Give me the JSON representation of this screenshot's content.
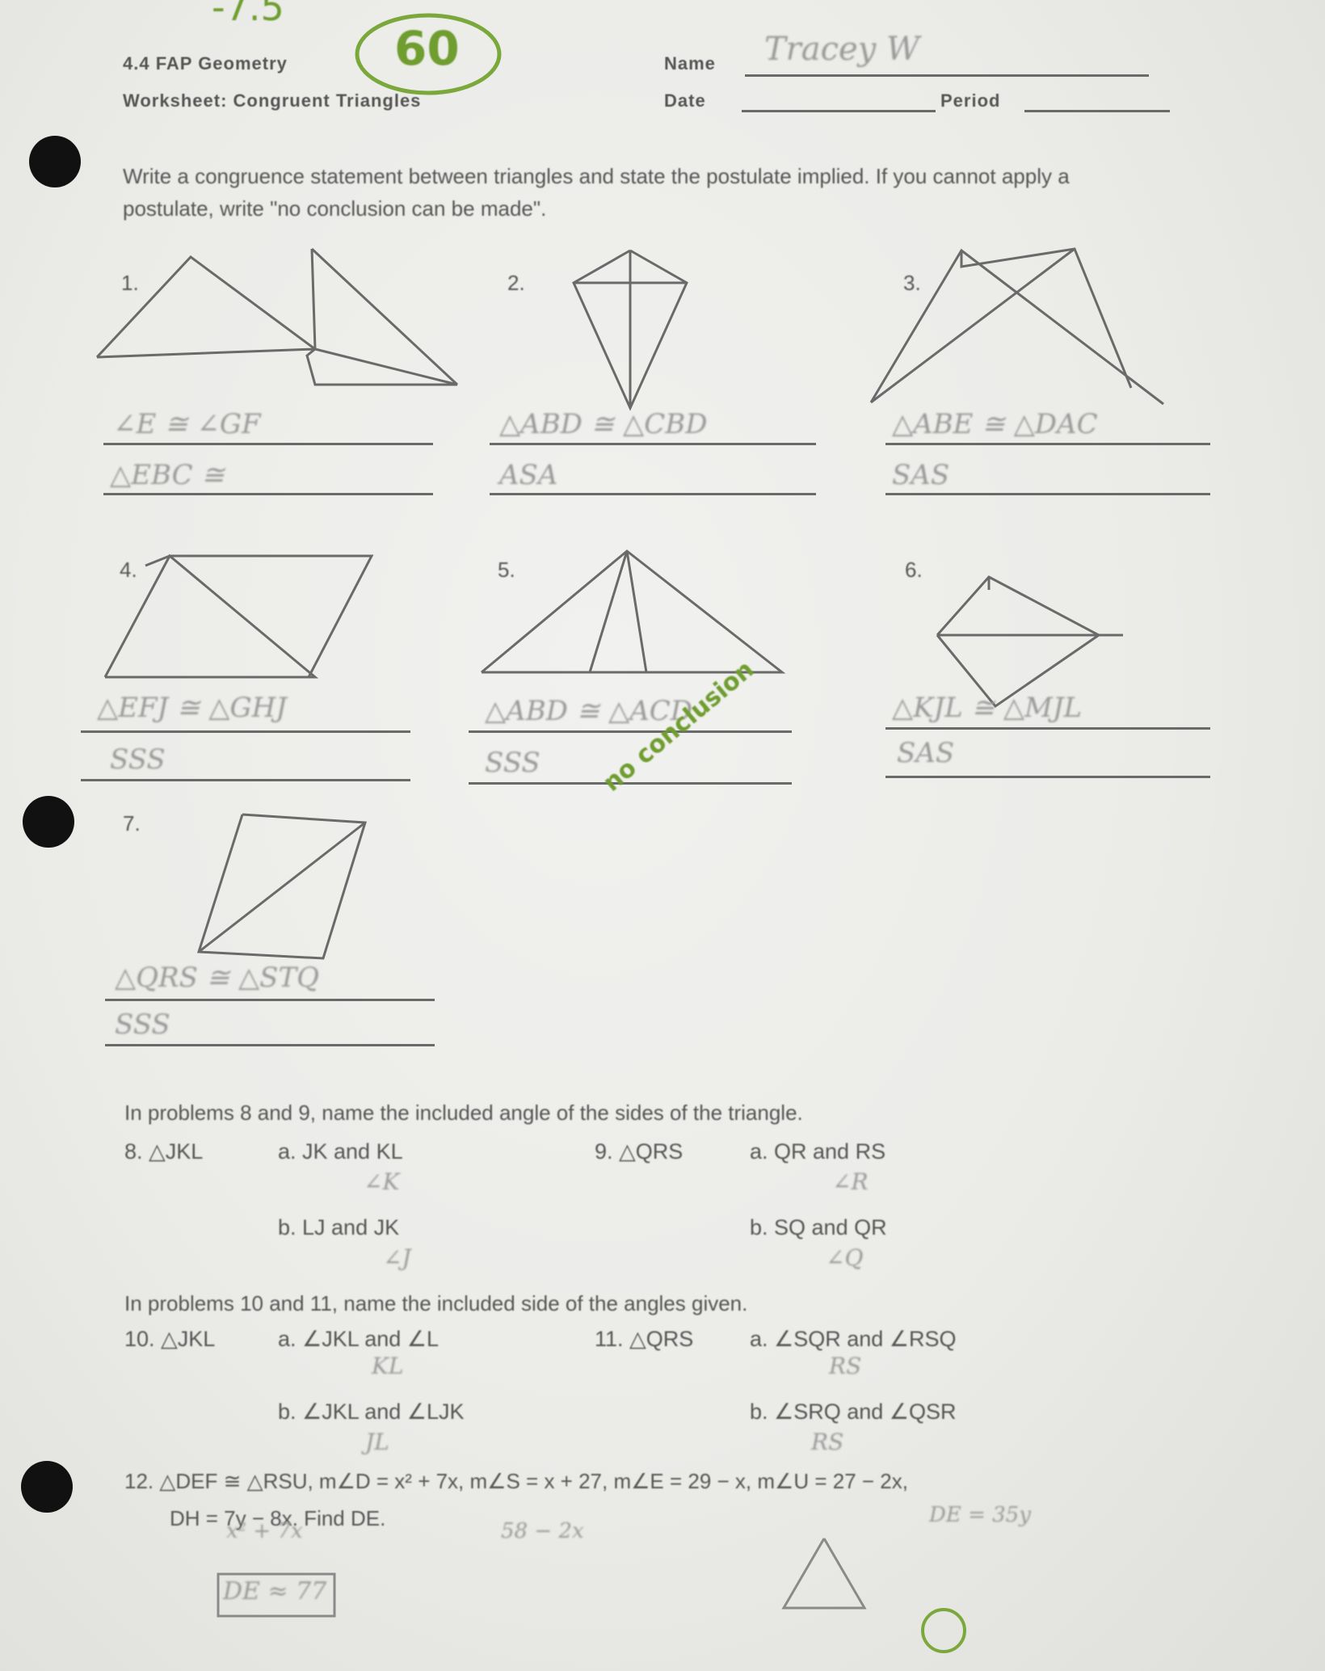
{
  "grade_mark": "-7.5",
  "score": "60",
  "header": {
    "course": "4.4 FAP Geometry",
    "worksheet": "Worksheet: Congruent Triangles",
    "name_label": "Name",
    "name_value": "Tracey W",
    "date_label": "Date",
    "period_label": "Period"
  },
  "instructions": "Write a congruence statement between triangles and state the postulate implied. If you cannot apply a postulate, write \"no conclusion can be made\".",
  "problems": [
    {
      "num": "1.",
      "answers": [
        "∠E ≅ ∠GF",
        "△EBC ≅"
      ]
    },
    {
      "num": "2.",
      "answers": [
        "△ABD ≅ △CBD",
        "ASA"
      ]
    },
    {
      "num": "3.",
      "answers": [
        "△ABE ≅ △DAC",
        "SAS"
      ]
    },
    {
      "num": "4.",
      "answers": [
        "△EFJ ≅ △GHJ",
        "SSS"
      ]
    },
    {
      "num": "5.",
      "answers": [
        "△ABD ≅ △ACD",
        "SSS"
      ]
    },
    {
      "num": "6.",
      "answers": [
        "△KJL ≅ △MJL",
        "SAS"
      ]
    },
    {
      "num": "7.",
      "answers": [
        "△QRS ≅ △STQ",
        "SSS"
      ]
    }
  ],
  "no_conclusion_note": "no conclusion",
  "included_angle_instructions": "In problems 8 and 9, name the included angle of the sides of the triangle.",
  "q8": {
    "label": "8.  △JKL",
    "a": "a. JK and KL",
    "a_ans": "∠K",
    "b": "b. LJ and JK",
    "b_ans": "∠J"
  },
  "q9": {
    "label": "9.  △QRS",
    "a": "a. QR and RS",
    "a_ans": "∠R",
    "b": "b. SQ and QR",
    "b_ans": "∠Q"
  },
  "included_side_instructions": "In problems 10 and 11, name the included side of the angles given.",
  "q10": {
    "label": "10.  △JKL",
    "a": "a. ∠JKL and ∠L",
    "a_ans": "KL",
    "b": "b. ∠JKL and ∠LJK",
    "b_ans": "JL"
  },
  "q11": {
    "label": "11.  △QRS",
    "a": "a. ∠SQR and ∠RSQ",
    "a_ans": "RS",
    "b": "b. ∠SRQ and ∠QSR",
    "b_ans": "RS"
  },
  "q12": {
    "line1": "12.  △DEF ≅ △RSU, m∠D = x² + 7x, m∠S = x + 27, m∠E = 29 − x, m∠U = 27 − 2x,",
    "line2": "DH = 7y − 8x.  Find DE.",
    "work": [
      "x² + 7x",
      "58 − 2x",
      "DE = 35y"
    ],
    "answer": "DE ≈ 77"
  }
}
